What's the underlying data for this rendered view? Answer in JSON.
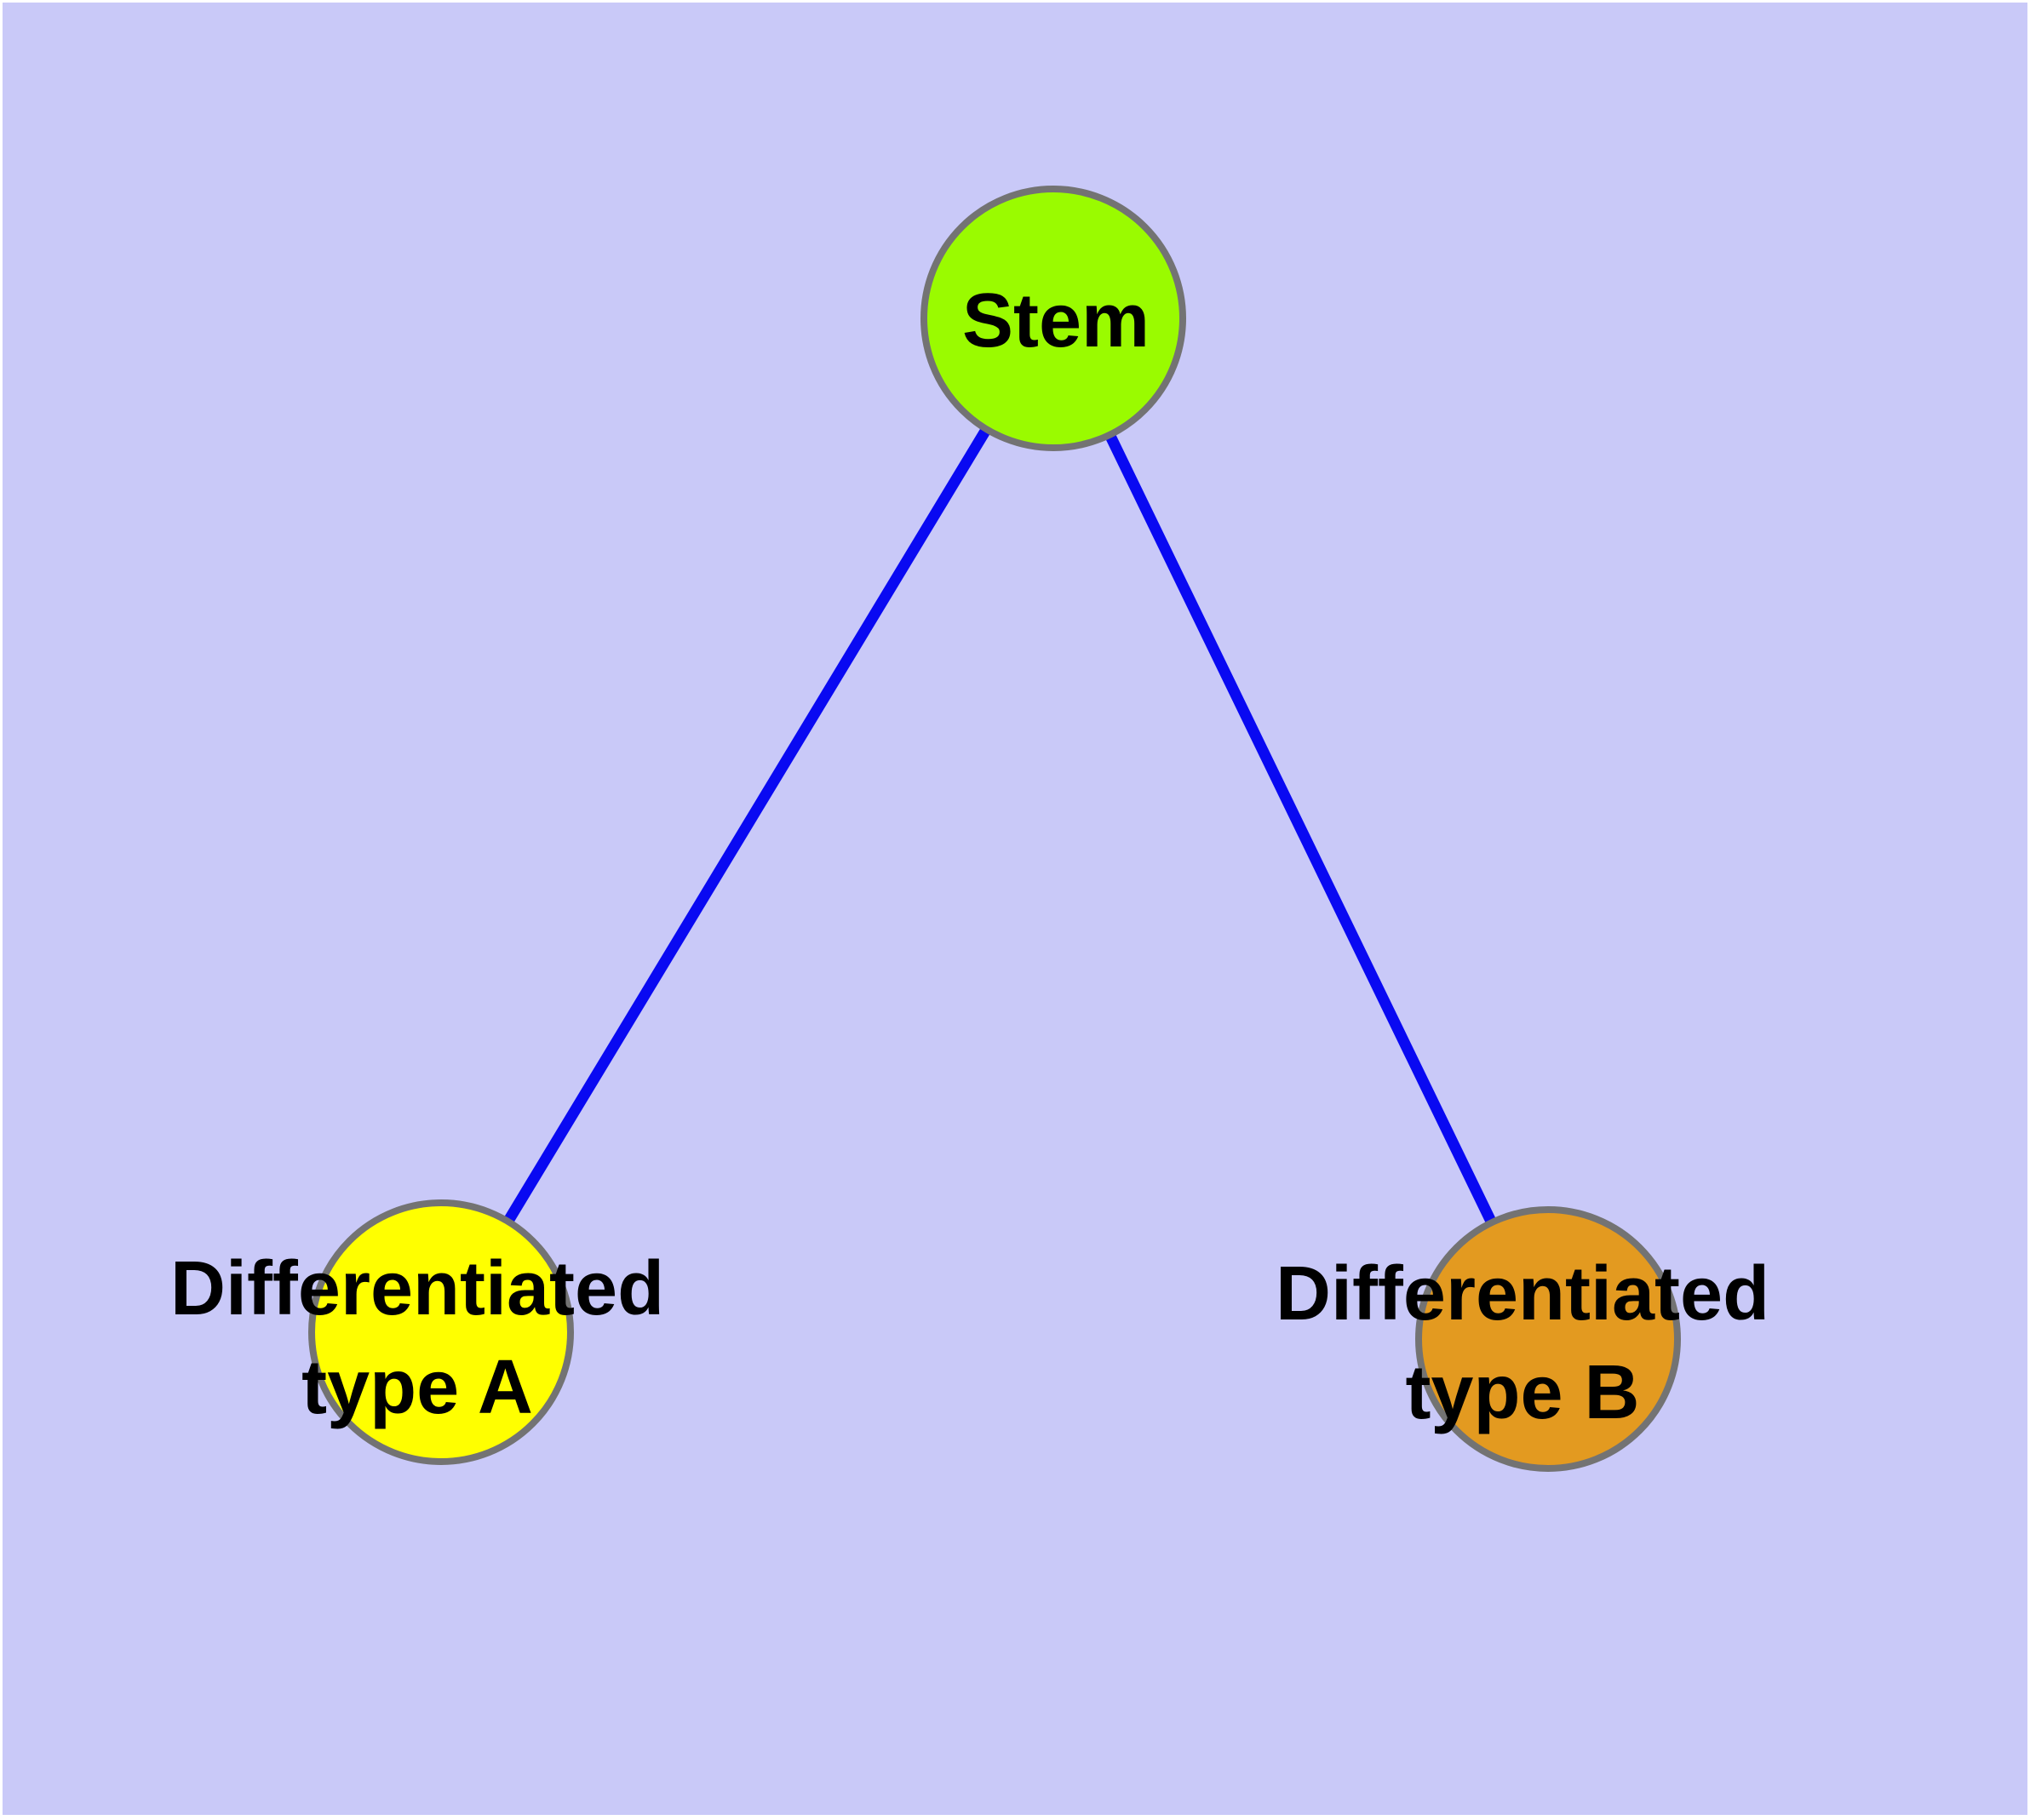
{
  "diagram": {
    "type": "graph",
    "description": "Cell differentiation diagram: a stem cell node with edges to two differentiated cell type nodes",
    "background_color": "#c9c9f8",
    "frame_color": "#ffffff",
    "text_color": "#000000",
    "node_border_color": "#737373",
    "edge_color": "#0909f2",
    "nodes": [
      {
        "id": "stem",
        "label": "Stem",
        "fill": "#9afb00",
        "stroke": "#737373"
      },
      {
        "id": "type-a",
        "label": "Differentiated\ntype A",
        "fill": "#ffff00",
        "stroke": "#737373"
      },
      {
        "id": "type-b",
        "label": "Differentiated\ntype B",
        "fill": "#e39a20",
        "stroke": "#737373"
      }
    ],
    "edges": [
      {
        "from": "stem",
        "to": "type-a",
        "color": "#0909f2"
      },
      {
        "from": "stem",
        "to": "type-b",
        "color": "#0909f2"
      }
    ]
  }
}
